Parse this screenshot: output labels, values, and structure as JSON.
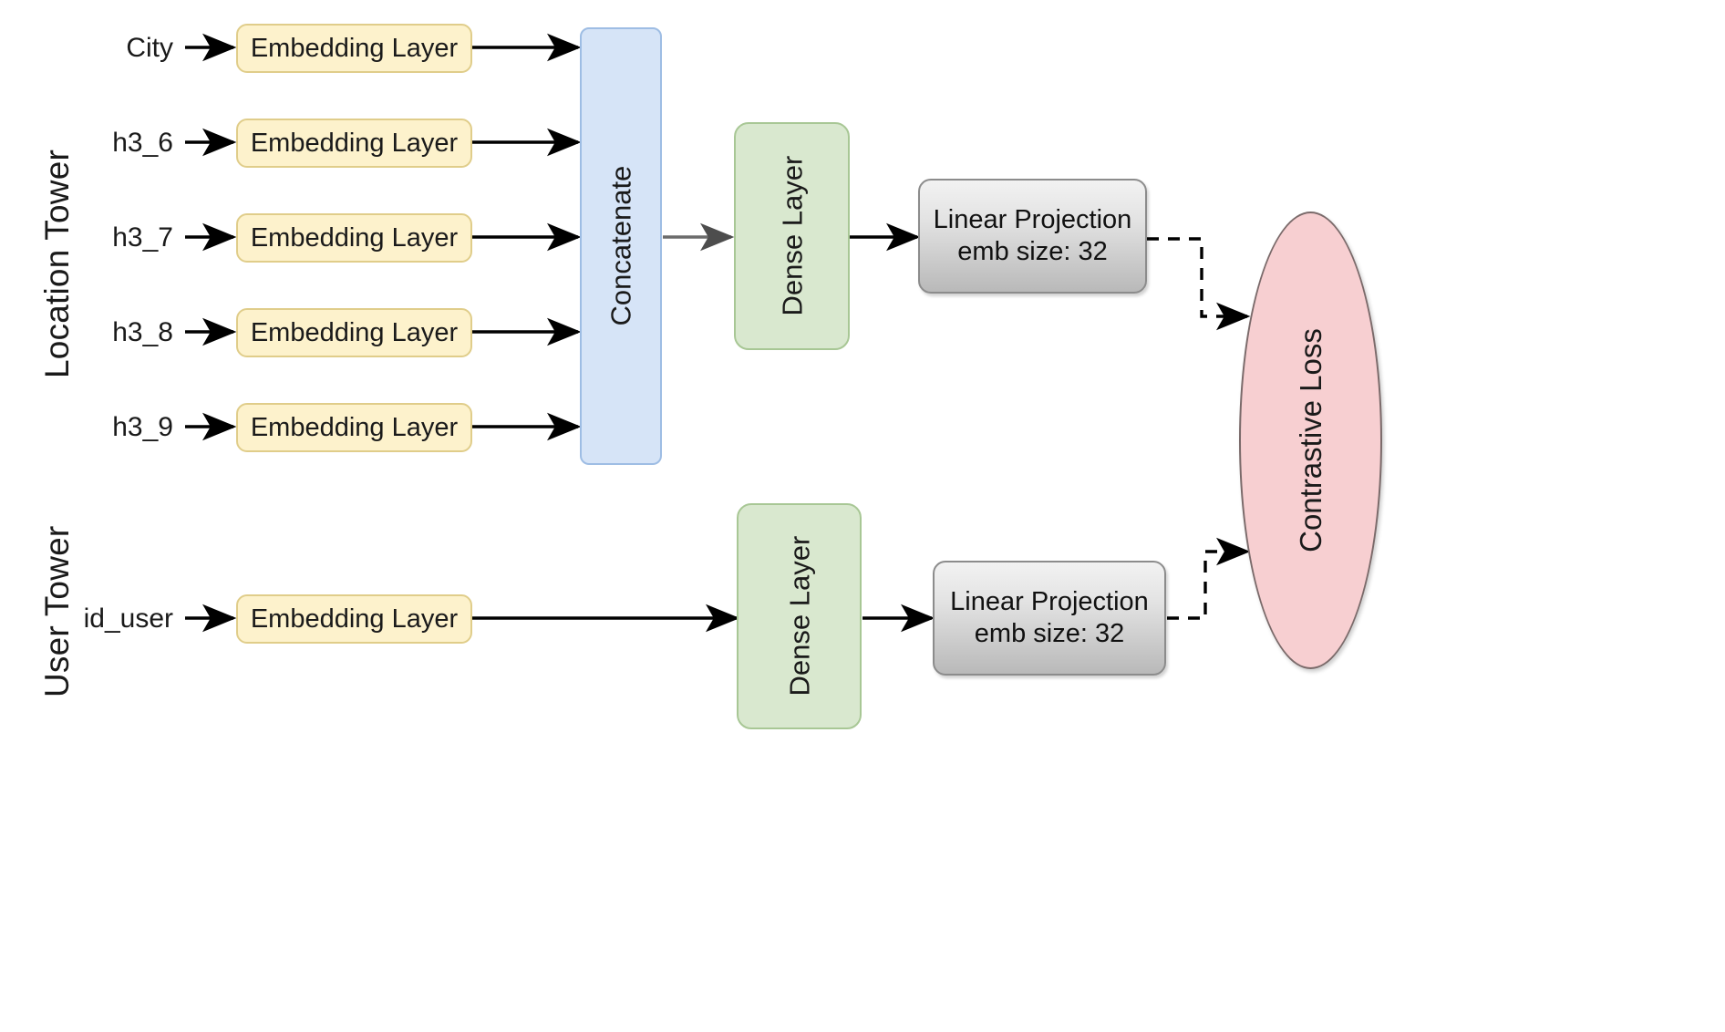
{
  "diagram": {
    "towers": [
      {
        "id": "location-tower",
        "label": "Location Tower"
      },
      {
        "id": "user-tower",
        "label": "User Tower"
      }
    ],
    "inputs": [
      {
        "id": "city",
        "label": "City"
      },
      {
        "id": "h3_6",
        "label": "h3_6"
      },
      {
        "id": "h3_7",
        "label": "h3_7"
      },
      {
        "id": "h3_8",
        "label": "h3_8"
      },
      {
        "id": "h3_9",
        "label": "h3_9"
      },
      {
        "id": "id_user",
        "label": "id_user"
      }
    ],
    "embedding_layers": [
      {
        "id": "embed-city",
        "label": "Embedding Layer"
      },
      {
        "id": "embed-h3-6",
        "label": "Embedding Layer"
      },
      {
        "id": "embed-h3-7",
        "label": "Embedding Layer"
      },
      {
        "id": "embed-h3-8",
        "label": "Embedding Layer"
      },
      {
        "id": "embed-h3-9",
        "label": "Embedding Layer"
      },
      {
        "id": "embed-id-user",
        "label": "Embedding Layer"
      }
    ],
    "concatenate": {
      "label": "Concatenate"
    },
    "dense_layers": [
      {
        "id": "dense-location",
        "label": "Dense Layer"
      },
      {
        "id": "dense-user",
        "label": "Dense Layer"
      }
    ],
    "projections": [
      {
        "id": "proj-location",
        "title": "Linear Projection",
        "detail": "emb size: 32"
      },
      {
        "id": "proj-user",
        "title": "Linear Projection",
        "detail": "emb size: 32"
      }
    ],
    "loss": {
      "label": "Contrastive Loss"
    },
    "colors": {
      "embedding_fill": "#fdf2cc",
      "embedding_stroke": "#e0cd8a",
      "concat_fill": "#d6e4f7",
      "concat_stroke": "#9ebde4",
      "dense_fill": "#d9e8cf",
      "dense_stroke": "#a8c795",
      "projection_fill": "#e3e3e3",
      "projection_stroke": "#8c8c8c",
      "loss_fill": "#f7cfd1",
      "loss_stroke": "#7a6a6a",
      "arrow": "#000000",
      "background": "#ffffff"
    }
  }
}
